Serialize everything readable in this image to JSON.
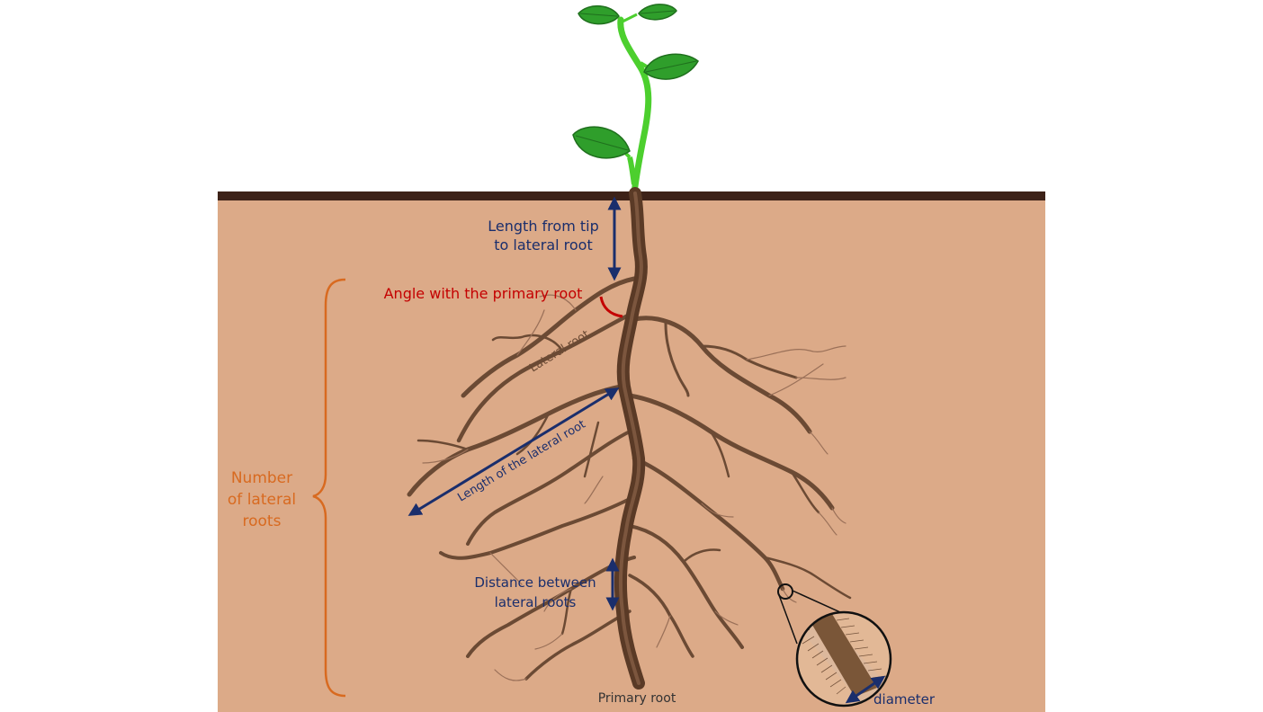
{
  "labels": {
    "length_tip": [
      "Length from tip",
      "to lateral root"
    ],
    "angle": "Angle with the primary root",
    "lateral_root": "Lateral root",
    "length_lateral": "Length of the lateral root",
    "number": [
      "Number",
      "of lateral",
      "roots"
    ],
    "distance": [
      "Distance between",
      "lateral roots"
    ],
    "primary_root": "Primary root",
    "diameter": "diameter"
  },
  "colors": {
    "soil": "#dcaa88",
    "soil_surface": "#3d2218",
    "root": "#6b4a34",
    "root_light": "#9a7058",
    "stem": "#4ccf2e",
    "leaf": "#2f9e2b",
    "leaf_dark": "#1f6f1d",
    "annotation_blue": "#1a2e6c",
    "angle_red": "#c40000",
    "brace_orange": "#d86a20"
  }
}
